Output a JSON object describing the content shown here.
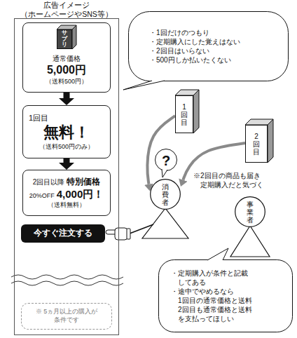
{
  "diagram": {
    "nodes": [
      {
        "text": [
          "広告イメージ （ホームページやSNS等）"
        ]
      },
      {
        "text": [
          "通常価格",
          "5,000円",
          "（送料500円）"
        ],
        "in": 0
      },
      {
        "text": [
          "サプリ"
        ],
        "in": 1
      },
      {
        "text": [
          "1回目",
          "無料！",
          "（送料500円のみ）"
        ],
        "in": 0
      },
      {
        "text": [
          "2回目以降",
          "特別価格",
          "20%OFF",
          "4,000円！",
          "（送料無料）"
        ],
        "in": 0
      },
      {
        "text": [
          "今すぐ注文する"
        ],
        "in": 0
      },
      {
        "text": [
          "※ 5ヵ月以上の購入が 条件です"
        ],
        "in": 0
      },
      {
        "text": [
          "・1回だけのつもり",
          "・定期購入にした覚えはない",
          "・2回目はいらない",
          "・500円しか払いたくない"
        ]
      },
      {
        "text": [
          "1回目"
        ]
      },
      {
        "text": [
          "2回目"
        ]
      },
      {
        "text": [
          "?"
        ]
      },
      {
        "text": [
          "消費者"
        ]
      },
      {
        "text": [
          "事業者"
        ]
      },
      {
        "text": [
          "・定期購入が条件と記載 してある",
          "・途中でやめるなら 1回目の通常価格と送料 2回目も通常価格と送料 を支払ってほしい"
        ]
      }
    ],
    "edges": [
      {
        "from": 1,
        "to": 3,
        "arrow": "to"
      },
      {
        "from": 3,
        "to": 4,
        "arrow": "to"
      },
      {
        "from": 8,
        "to": 11,
        "arrow": "to"
      },
      {
        "from": 9,
        "to": 11,
        "arrow": "to"
      }
    ],
    "labels": [
      "※2回目の商品も届き 定期購入だと気づく"
    ]
  }
}
